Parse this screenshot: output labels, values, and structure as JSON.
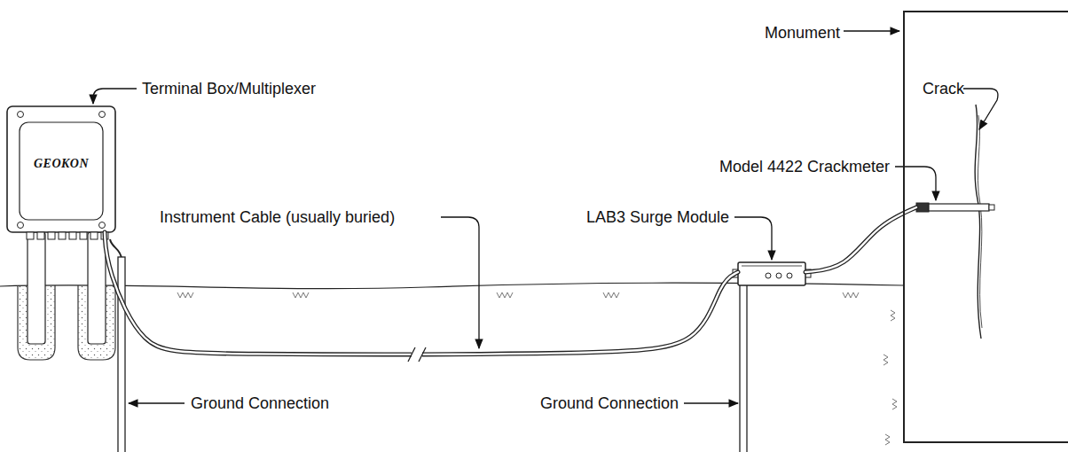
{
  "diagram": {
    "nodes": [
      {
        "text": [
          "Terminal Box/Multiplexer",
          "GEOKON"
        ]
      },
      {
        "text": [
          "LAB3 Surge Module"
        ]
      },
      {
        "text": [
          "Monument"
        ]
      },
      {
        "text": [
          "Model 4422 Crackmeter"
        ]
      }
    ],
    "edges": [
      {
        "from": 0,
        "to": 1,
        "label": "Instrument Cable (usually buried)",
        "arrow": "none"
      },
      {
        "from": 1,
        "to": 3,
        "arrow": "none"
      }
    ],
    "labels": [
      "Crack",
      "Ground Connection",
      "Ground Connection"
    ]
  }
}
